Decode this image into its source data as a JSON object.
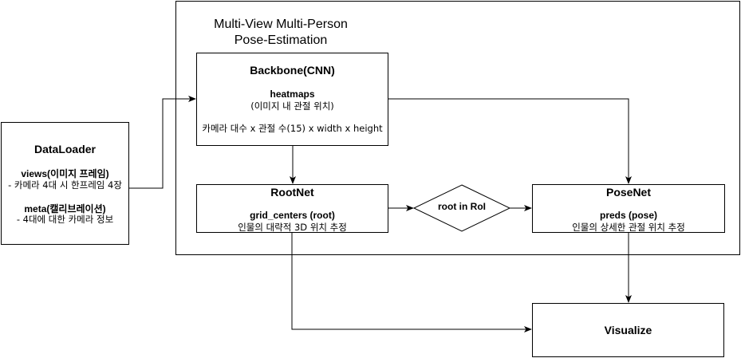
{
  "frame": {
    "title_line1": "Multi-View Multi-Person",
    "title_line2": "Pose-Estimation"
  },
  "dataloader": {
    "title": "DataLoader",
    "views_label": "views(이미지 프레임)",
    "views_desc": "- 카메라 4대 시 한프레임 4장",
    "meta_label": "meta(캘리브레이션)",
    "meta_desc": "- 4대에 대한 카메라 정보"
  },
  "backbone": {
    "title": "Backbone(CNN)",
    "output_label": "heatmaps",
    "output_desc": "(이미지 내 관절 위치)",
    "shape": "카메라 대수 x 관절 수(15) x width x height"
  },
  "rootnet": {
    "title": "RootNet",
    "output_label": "grid_centers (root)",
    "output_desc": "인물의 대략적 3D 위치 추정"
  },
  "decision": {
    "label": "root in RoI"
  },
  "posenet": {
    "title": "PoseNet",
    "output_label": "preds (pose)",
    "output_desc": "인물의 상세한 관절 위치 추정"
  },
  "visualize": {
    "title": "Visualize"
  }
}
